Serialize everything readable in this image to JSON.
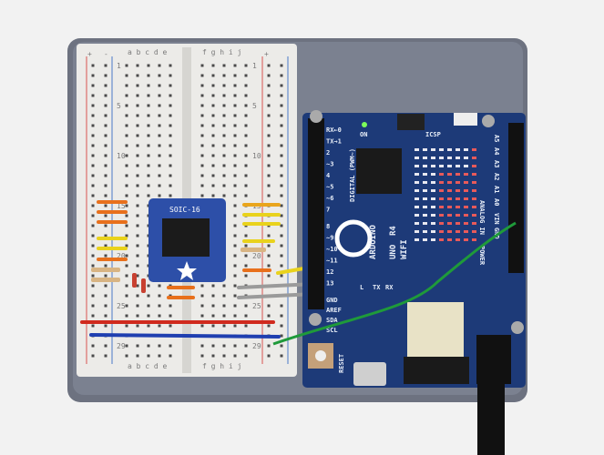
{
  "breadboard": {
    "columns_left": "a b c d e",
    "columns_right": "f g h i j",
    "row_numbers": [
      "1",
      "5",
      "10",
      "15",
      "20",
      "25",
      "29"
    ],
    "rail_plus": "+",
    "rail_minus": "-"
  },
  "breakout": {
    "label": "SOIC-16"
  },
  "arduino": {
    "brand": "ARDUINO",
    "model": "UNO",
    "revision": "R4",
    "variant": "WIFI",
    "digital_label": "DIGITAL (PWM~)",
    "analog_label": "ANALOG IN",
    "power_label": "POWER",
    "digital_pins": [
      "RX←0",
      "TX→1",
      "2",
      "~3",
      "4",
      "~5",
      "~6",
      "7",
      "8",
      "~9",
      "~10",
      "~11",
      "12",
      "13"
    ],
    "analog_pins": [
      "A5",
      "A4",
      "A3",
      "A2",
      "A1",
      "A0"
    ],
    "power_pins": [
      "VIN",
      "GND"
    ],
    "left_pins": [
      "GND",
      "AREF",
      "SDA",
      "SCL"
    ],
    "reset_label": "RESET",
    "icsp_label": "ICSP",
    "on_label": "ON",
    "led_labels": [
      "L",
      "TX",
      "RX"
    ]
  },
  "colors": {
    "background": "#f2f2f2",
    "plate": "#6b7280",
    "breadboard": "#ececea",
    "pcb": "#1d3a78",
    "wire_red": "#d02a1e",
    "wire_blue": "#1f3fb0",
    "wire_green": "#1f9a3a",
    "wire_orange": "#e8701c",
    "wire_yellow": "#e9d21c",
    "led_matrix_red": "#e85a5a"
  }
}
